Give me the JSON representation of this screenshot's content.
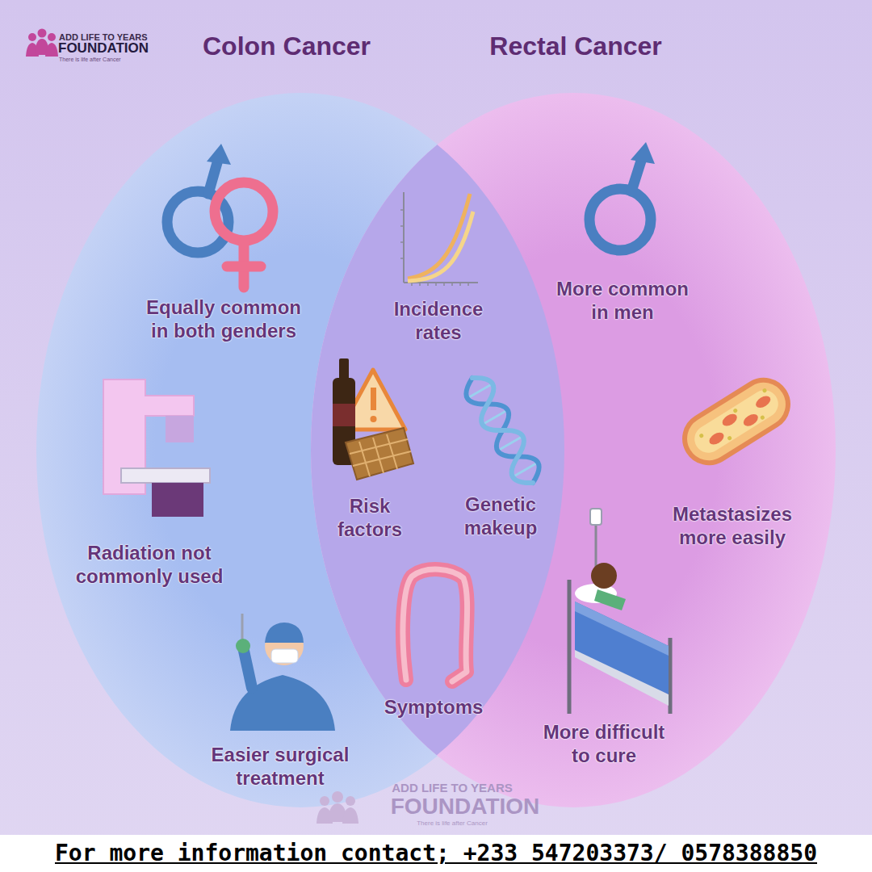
{
  "diagram": {
    "nodes": [
      {
        "text": [
          "Colon Cancer"
        ]
      },
      {
        "text": [
          "Rectal Cancer"
        ]
      }
    ],
    "labels": [
      "ADD LIFE TO YEARS",
      "FOUNDATION",
      "There is life after Cancer",
      "Equally common in both genders",
      "Incidence rates",
      "More common in men",
      "Radiation not commonly used",
      "Risk factors",
      "Genetic makeup",
      "Metastasizes more easily",
      "Symptoms",
      "Easier surgical treatment",
      "More difficult to cure",
      "ADD LIFE TO YEARS",
      "FOUNDATION",
      "There is life after Cancer",
      "For more information contact; +233 547203373/ 0578388850"
    ]
  }
}
